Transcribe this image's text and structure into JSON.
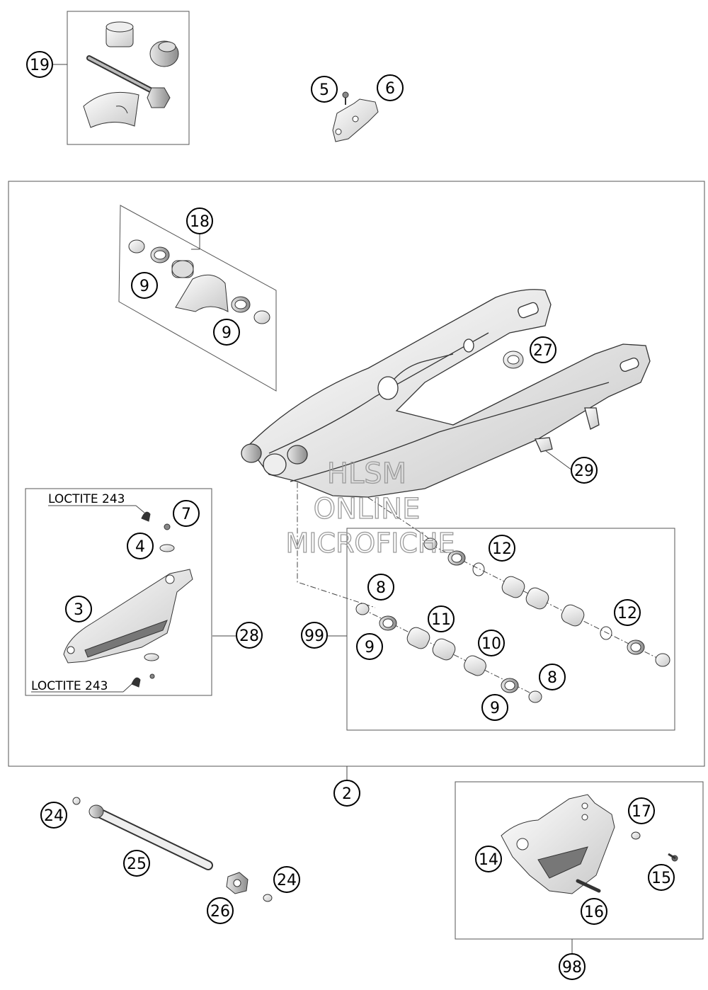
{
  "callouts": {
    "c19": "19",
    "c5": "5",
    "c6": "6",
    "c18": "18",
    "c9a": "9",
    "c9b": "9",
    "c27": "27",
    "c29": "29",
    "c7": "7",
    "c4": "4",
    "c3": "3",
    "c28": "28",
    "c12a": "12",
    "c8a": "8",
    "c11": "11",
    "c99": "99",
    "c9c": "9",
    "c10": "10",
    "c12b": "12",
    "c8b": "8",
    "c9d": "9",
    "c2": "2",
    "c24a": "24",
    "c25": "25",
    "c24b": "24",
    "c26": "26",
    "c17": "17",
    "c14": "14",
    "c15": "15",
    "c16": "16",
    "c98": "98"
  },
  "labels": {
    "loctite_top": "LOCTITE 243",
    "loctite_bottom": "LOCTITE 243"
  },
  "watermark": {
    "line1": "HLSM",
    "line2": "ONLINE",
    "line3": "MICROFICHE"
  }
}
